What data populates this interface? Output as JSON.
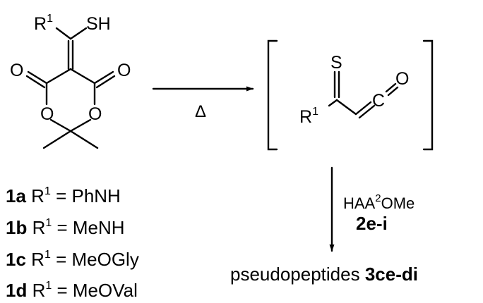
{
  "reactant": {
    "r_label": "R",
    "r_sup": "1",
    "sh_label": "SH",
    "o_label": "O"
  },
  "arrow_heat": {
    "label": "Δ"
  },
  "intermediate": {
    "s_label": "S",
    "c_label": "C",
    "o_label": "O",
    "r_label": "R",
    "r_sup": "1"
  },
  "compounds": [
    {
      "id": "1a",
      "r_label": "R",
      "r_sup": "1",
      "eq": " = PhNH"
    },
    {
      "id": "1b",
      "r_label": "R",
      "r_sup": "1",
      "eq": " = MeNH"
    },
    {
      "id": "1c",
      "r_label": "R",
      "r_sup": "1",
      "eq": " = MeOGly"
    },
    {
      "id": "1d",
      "r_label": "R",
      "r_sup": "1",
      "eq": " = MeOVal"
    }
  ],
  "arrow_reagent": {
    "reagent_pre": "HAA",
    "reagent_sup": "2",
    "reagent_post": "OMe",
    "reagent_id": "2e-i"
  },
  "product": {
    "prefix": "pseudopeptides ",
    "id": "3ce-di"
  }
}
